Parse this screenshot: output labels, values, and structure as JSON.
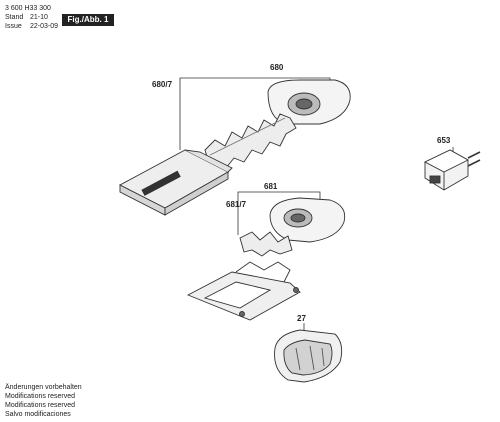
{
  "header": {
    "part_number": "3 600 H33 300",
    "stand_label": "Stand",
    "stand_value": "21-10",
    "issue_label": "Issue",
    "issue_value": "22-03-09",
    "figure_label": "Fig./Abb. 1"
  },
  "callouts": {
    "c680": "680",
    "c680_7": "680/7",
    "c681": "681",
    "c681_7": "681/7",
    "c653": "653",
    "c27": "27"
  },
  "footer": {
    "line1": "Änderungen vorbehalten",
    "line2": "Modifications reserved",
    "line3": "Modifications reserved",
    "line4": "Salvo modificaciones"
  }
}
